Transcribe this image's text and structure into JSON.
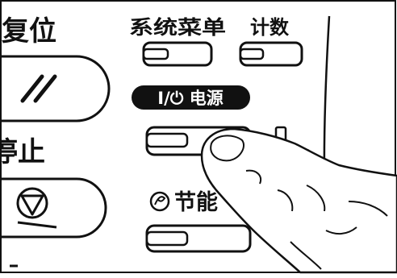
{
  "panel": {
    "left_labels": {
      "reset_fragment": "复位",
      "stop_fragment": "停止"
    },
    "top_labels": {
      "system_menu": "系统菜单",
      "counter": "计数"
    },
    "power_badge_label": "I/⏻ 电源",
    "energy_saver_label": "节能"
  },
  "colors": {
    "ink": "#111111",
    "paper": "#ffffff",
    "badge_fill": "#111111",
    "badge_text": "#ffffff"
  }
}
